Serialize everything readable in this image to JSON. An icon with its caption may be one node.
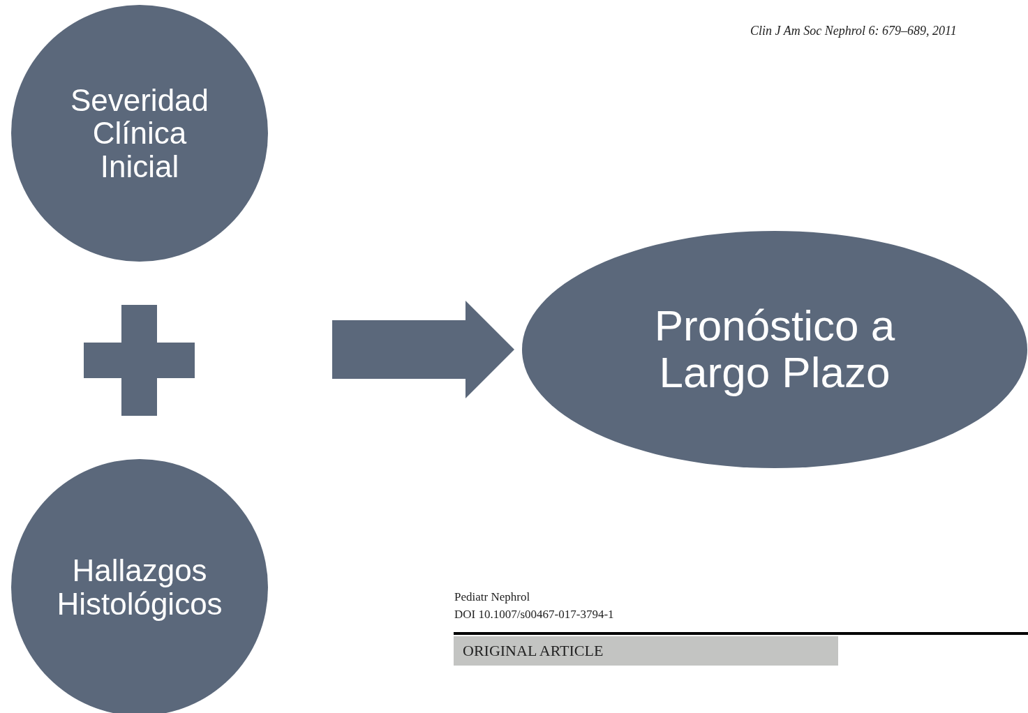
{
  "diagram": {
    "nodes": [
      {
        "text": [
          "Severidad Clínica Inicial"
        ]
      },
      {
        "text": [
          "Hallazgos Histológicos"
        ]
      },
      {
        "text": [
          "Pronóstico a Largo Plazo"
        ]
      },
      {
        "text": [
          "ORIGINAL ARTICLE"
        ]
      }
    ],
    "edges": [
      {
        "from": null,
        "to": 2,
        "arrow": "to"
      }
    ],
    "labels": [
      "Clin J Am Soc Nephrol 6: 679–689, 2011",
      "Pediatr Nephrol",
      "DOI 10.1007/s00467-017-3794-1"
    ]
  }
}
